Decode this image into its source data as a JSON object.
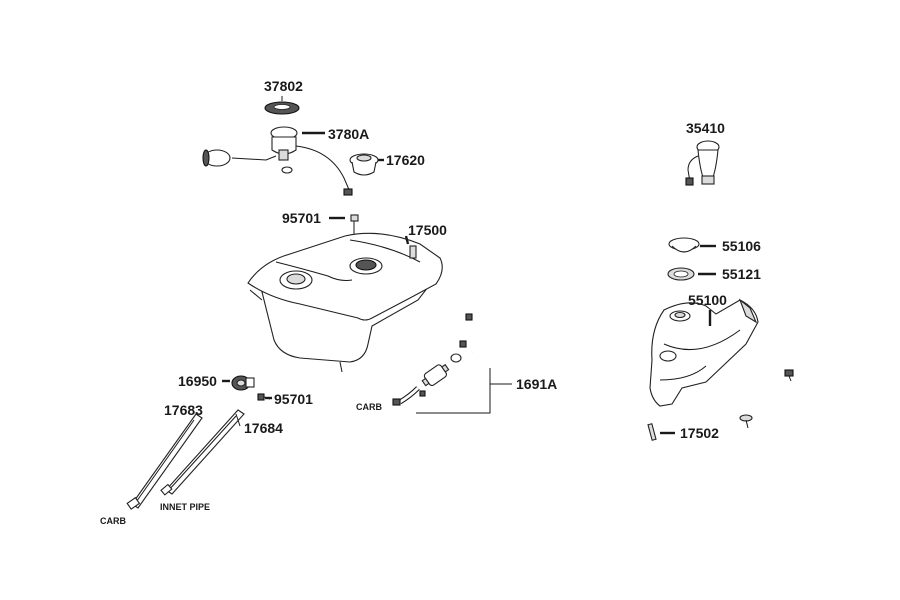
{
  "labels": {
    "p37802": "37802",
    "p3780A": "3780A",
    "p17620": "17620",
    "p95701_top": "95701",
    "p17500": "17500",
    "p16950": "16950",
    "p95701_bottom": "95701",
    "p17683": "17683",
    "p17684": "17684",
    "p1691A": "1691A",
    "p35410": "35410",
    "p55106": "55106",
    "p55121": "55121",
    "p55100": "55100",
    "p17502": "17502",
    "carb_hose": "CARB",
    "carb_strap": "CARB",
    "innet_pipe": "INNET PIPE"
  }
}
